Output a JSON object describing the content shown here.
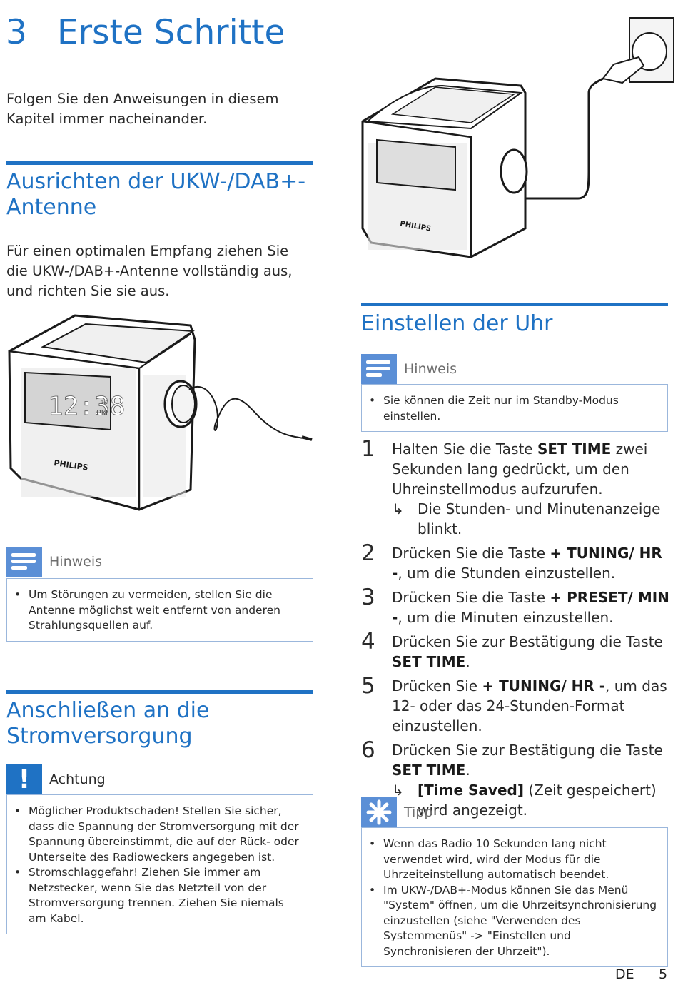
{
  "chapter": {
    "number": "3",
    "title": "Erste Schritte"
  },
  "intro": "Folgen Sie den Anweisungen in diesem Kapitel immer nacheinander.",
  "antenna": {
    "title": "Ausrichten der UKW-/DAB+-Antenne",
    "text": "Für einen optimalen Empfang ziehen Sie die UKW-/DAB+-Antenne vollständig aus, und richten Sie sie aus.",
    "note_label": "Hinweis",
    "note_items": [
      "Um Störungen zu vermeiden, stellen Sie die Antenne möglichst weit entfernt von anderen Strahlungsquellen auf."
    ]
  },
  "display": {
    "time": "12:38",
    "ampm": "PM",
    "zz": "zZ"
  },
  "brand": "PHILIPS",
  "power": {
    "title": "Anschließen an die Stromversorgung",
    "caution_label": "Achtung",
    "caution_items": [
      "Möglicher Produktschaden! Stellen Sie sicher, dass die Spannung der Stromversorgung mit der Spannung übereinstimmt, die auf der Rück- oder Unterseite des Radioweckers angegeben ist.",
      "Stromschlaggefahr! Ziehen Sie immer am Netzstecker, wenn Sie das Netzteil von der Stromversorgung trennen. Ziehen Sie niemals am Kabel."
    ]
  },
  "clock": {
    "title": "Einstellen der Uhr",
    "note_label": "Hinweis",
    "note_items": [
      "Sie können die Zeit nur im Standby-Modus einstellen."
    ],
    "steps": [
      {
        "n": "1",
        "pre": "Halten Sie die Taste ",
        "key": "SET TIME",
        "post": " zwei Sekunden lang gedrückt, um den Uhreinstellmodus aufzurufen.",
        "result_key": "",
        "result": "Die Stunden- und Minutenanzeige blinkt."
      },
      {
        "n": "2",
        "pre": "Drücken Sie die Taste ",
        "key": "+ TUNING/ HR -",
        "post": ", um die Stunden einzustellen.",
        "result_key": "",
        "result": ""
      },
      {
        "n": "3",
        "pre": "Drücken Sie die Taste ",
        "key": "+ PRESET/ MIN -",
        "post": ", um die Minuten einzustellen.",
        "result_key": "",
        "result": ""
      },
      {
        "n": "4",
        "pre": "Drücken Sie zur Bestätigung die Taste ",
        "key": "SET TIME",
        "post": ".",
        "result_key": "",
        "result": ""
      },
      {
        "n": "5",
        "pre": "Drücken Sie ",
        "key": "+ TUNING/ HR -",
        "post": ", um das 12- oder das 24-Stunden-Format einzustellen.",
        "result_key": "",
        "result": ""
      },
      {
        "n": "6",
        "pre": "Drücken Sie zur Bestätigung die Taste ",
        "key": "SET TIME",
        "post": ".",
        "result_key": "[Time Saved]",
        "result": " (Zeit gespeichert) wird angezeigt."
      }
    ],
    "result_arrow": "↳",
    "tip_label": "Tipp",
    "tip_items": [
      "Wenn das Radio 10 Sekunden lang nicht verwendet wird, wird der Modus für die Uhrzeiteinstellung automatisch beendet.",
      "Im UKW-/DAB+-Modus können Sie das Menü \"System\" öffnen, um die Uhrzeitsynchronisierung einzustellen (siehe \"Verwenden des Systemmenüs\" -> \"Einstellen und Synchronisieren der Uhrzeit\")."
    ]
  },
  "footer": {
    "lang": "DE",
    "page": "5"
  }
}
